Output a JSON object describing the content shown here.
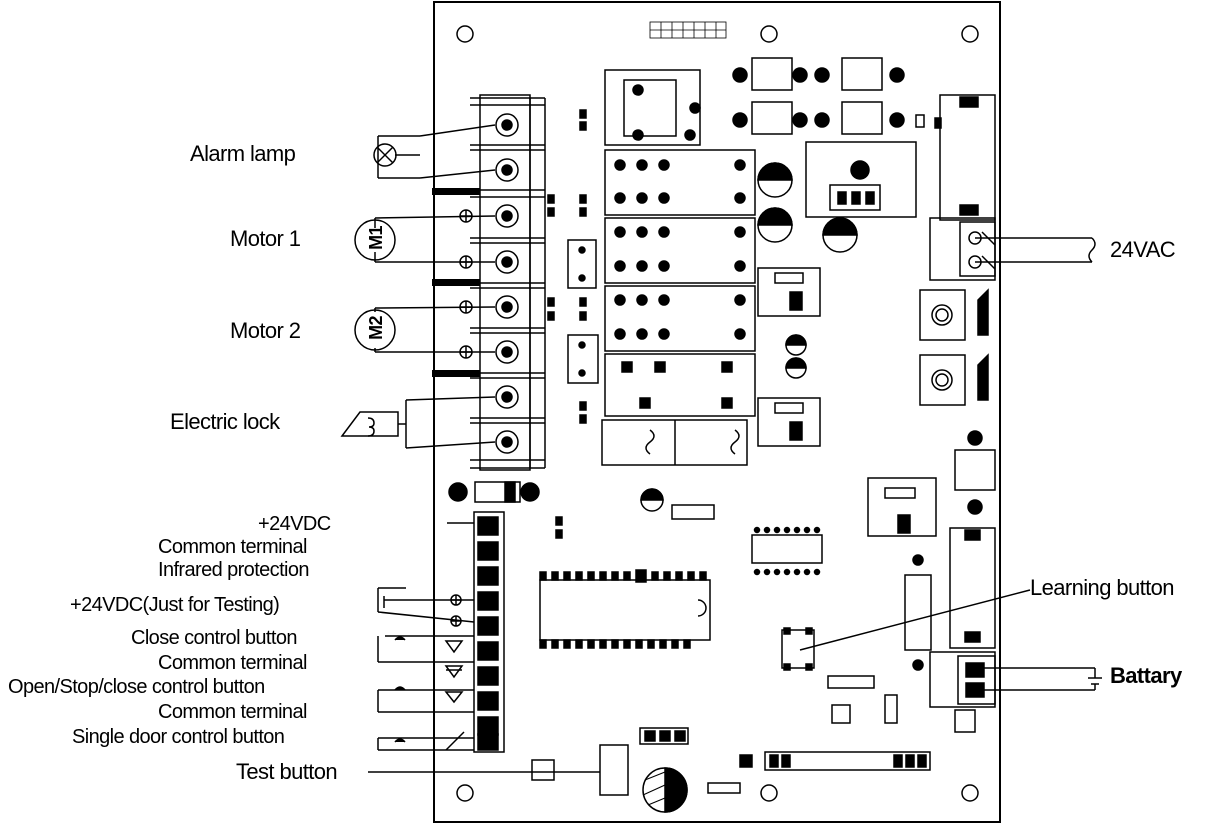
{
  "labels": {
    "alarm_lamp": "Alarm lamp",
    "motor1": "Motor 1",
    "motor2": "Motor 2",
    "electric_lock": "Electric lock",
    "vdc24": "+24VDC",
    "common1": "Common terminal",
    "infrared": "Infrared protection",
    "vdc24_test": "+24VDC(Just for Testing)",
    "close_btn": "Close control button",
    "common2": "Common terminal",
    "open_stop_close": "Open/Stop/close control button",
    "common3": "Common terminal",
    "single_door": "Single door control button",
    "test_button": "Test button",
    "learning_button": "Learning button",
    "vac24": "24VAC",
    "battery": "Battary"
  },
  "symbols": {
    "m1": "M1",
    "m2": "M2"
  }
}
